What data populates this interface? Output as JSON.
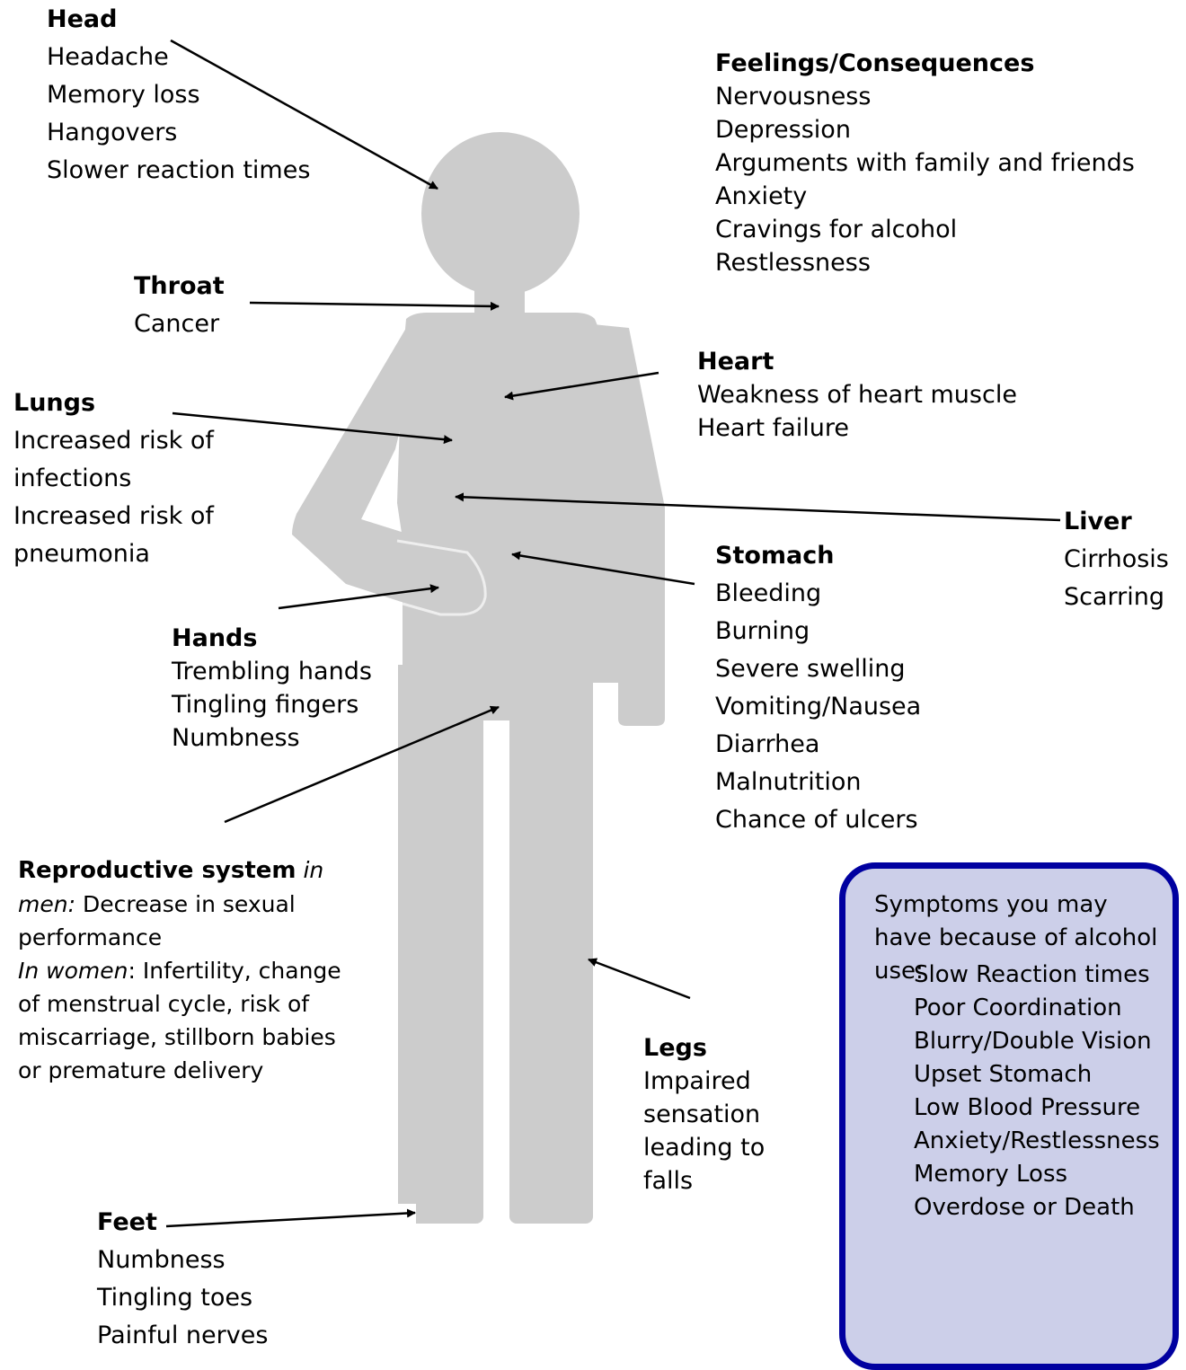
{
  "head": {
    "title": "Head",
    "items": [
      "Headache",
      "Memory loss",
      "Hangovers",
      "Slower reaction times"
    ]
  },
  "feelings": {
    "title": "Feelings/Consequences",
    "items": [
      "Nervousness",
      "Depression",
      "Arguments with family and friends",
      "Anxiety",
      "Cravings for alcohol",
      "Restlessness"
    ]
  },
  "throat": {
    "title": "Throat",
    "items": [
      "Cancer"
    ]
  },
  "heart": {
    "title": "Heart",
    "items": [
      "Weakness of heart muscle",
      "Heart failure"
    ]
  },
  "lungs": {
    "title": "Lungs",
    "items": [
      "Increased risk of",
      "infections",
      "Increased risk of",
      "pneumonia"
    ]
  },
  "liver": {
    "title": "Liver",
    "items": [
      "Cirrhosis",
      "Scarring"
    ]
  },
  "stomach": {
    "title": "Stomach",
    "items": [
      "Bleeding",
      "Burning",
      "Severe swelling",
      "Vomiting/Nausea",
      "Diarrhea",
      "Malnutrition",
      "Chance of ulcers"
    ]
  },
  "hands": {
    "title": "Hands",
    "items": [
      "Trembling hands",
      "Tingling fingers",
      "Numbness"
    ]
  },
  "reproductive": {
    "title": "Reproductive system",
    "men_label": "in men:",
    "men_text": "Decrease in sexual performance",
    "women_label": "In women",
    "women_text": ": Infertility, change of menstrual cycle, risk of miscarriage, stillborn babies or premature delivery"
  },
  "legs": {
    "title": "Legs",
    "items": [
      "Impaired",
      "sensation",
      "leading to",
      "falls"
    ]
  },
  "feet": {
    "title": "Feet",
    "items": [
      "Numbness",
      "Tingling toes",
      "Painful nerves"
    ]
  },
  "symptoms_box": {
    "intro": "Symptoms you may have because of alcohol use:",
    "items": [
      "Slow Reaction times",
      "Poor Coordination",
      "Blurry/Double Vision",
      "Upset Stomach",
      "Low Blood Pressure",
      "Anxiety/Restlessness",
      "Memory Loss",
      "Overdose or Death"
    ],
    "fill_color": "#cccfe9",
    "border_color": "#0000a0"
  },
  "body_color": "#cccccc"
}
